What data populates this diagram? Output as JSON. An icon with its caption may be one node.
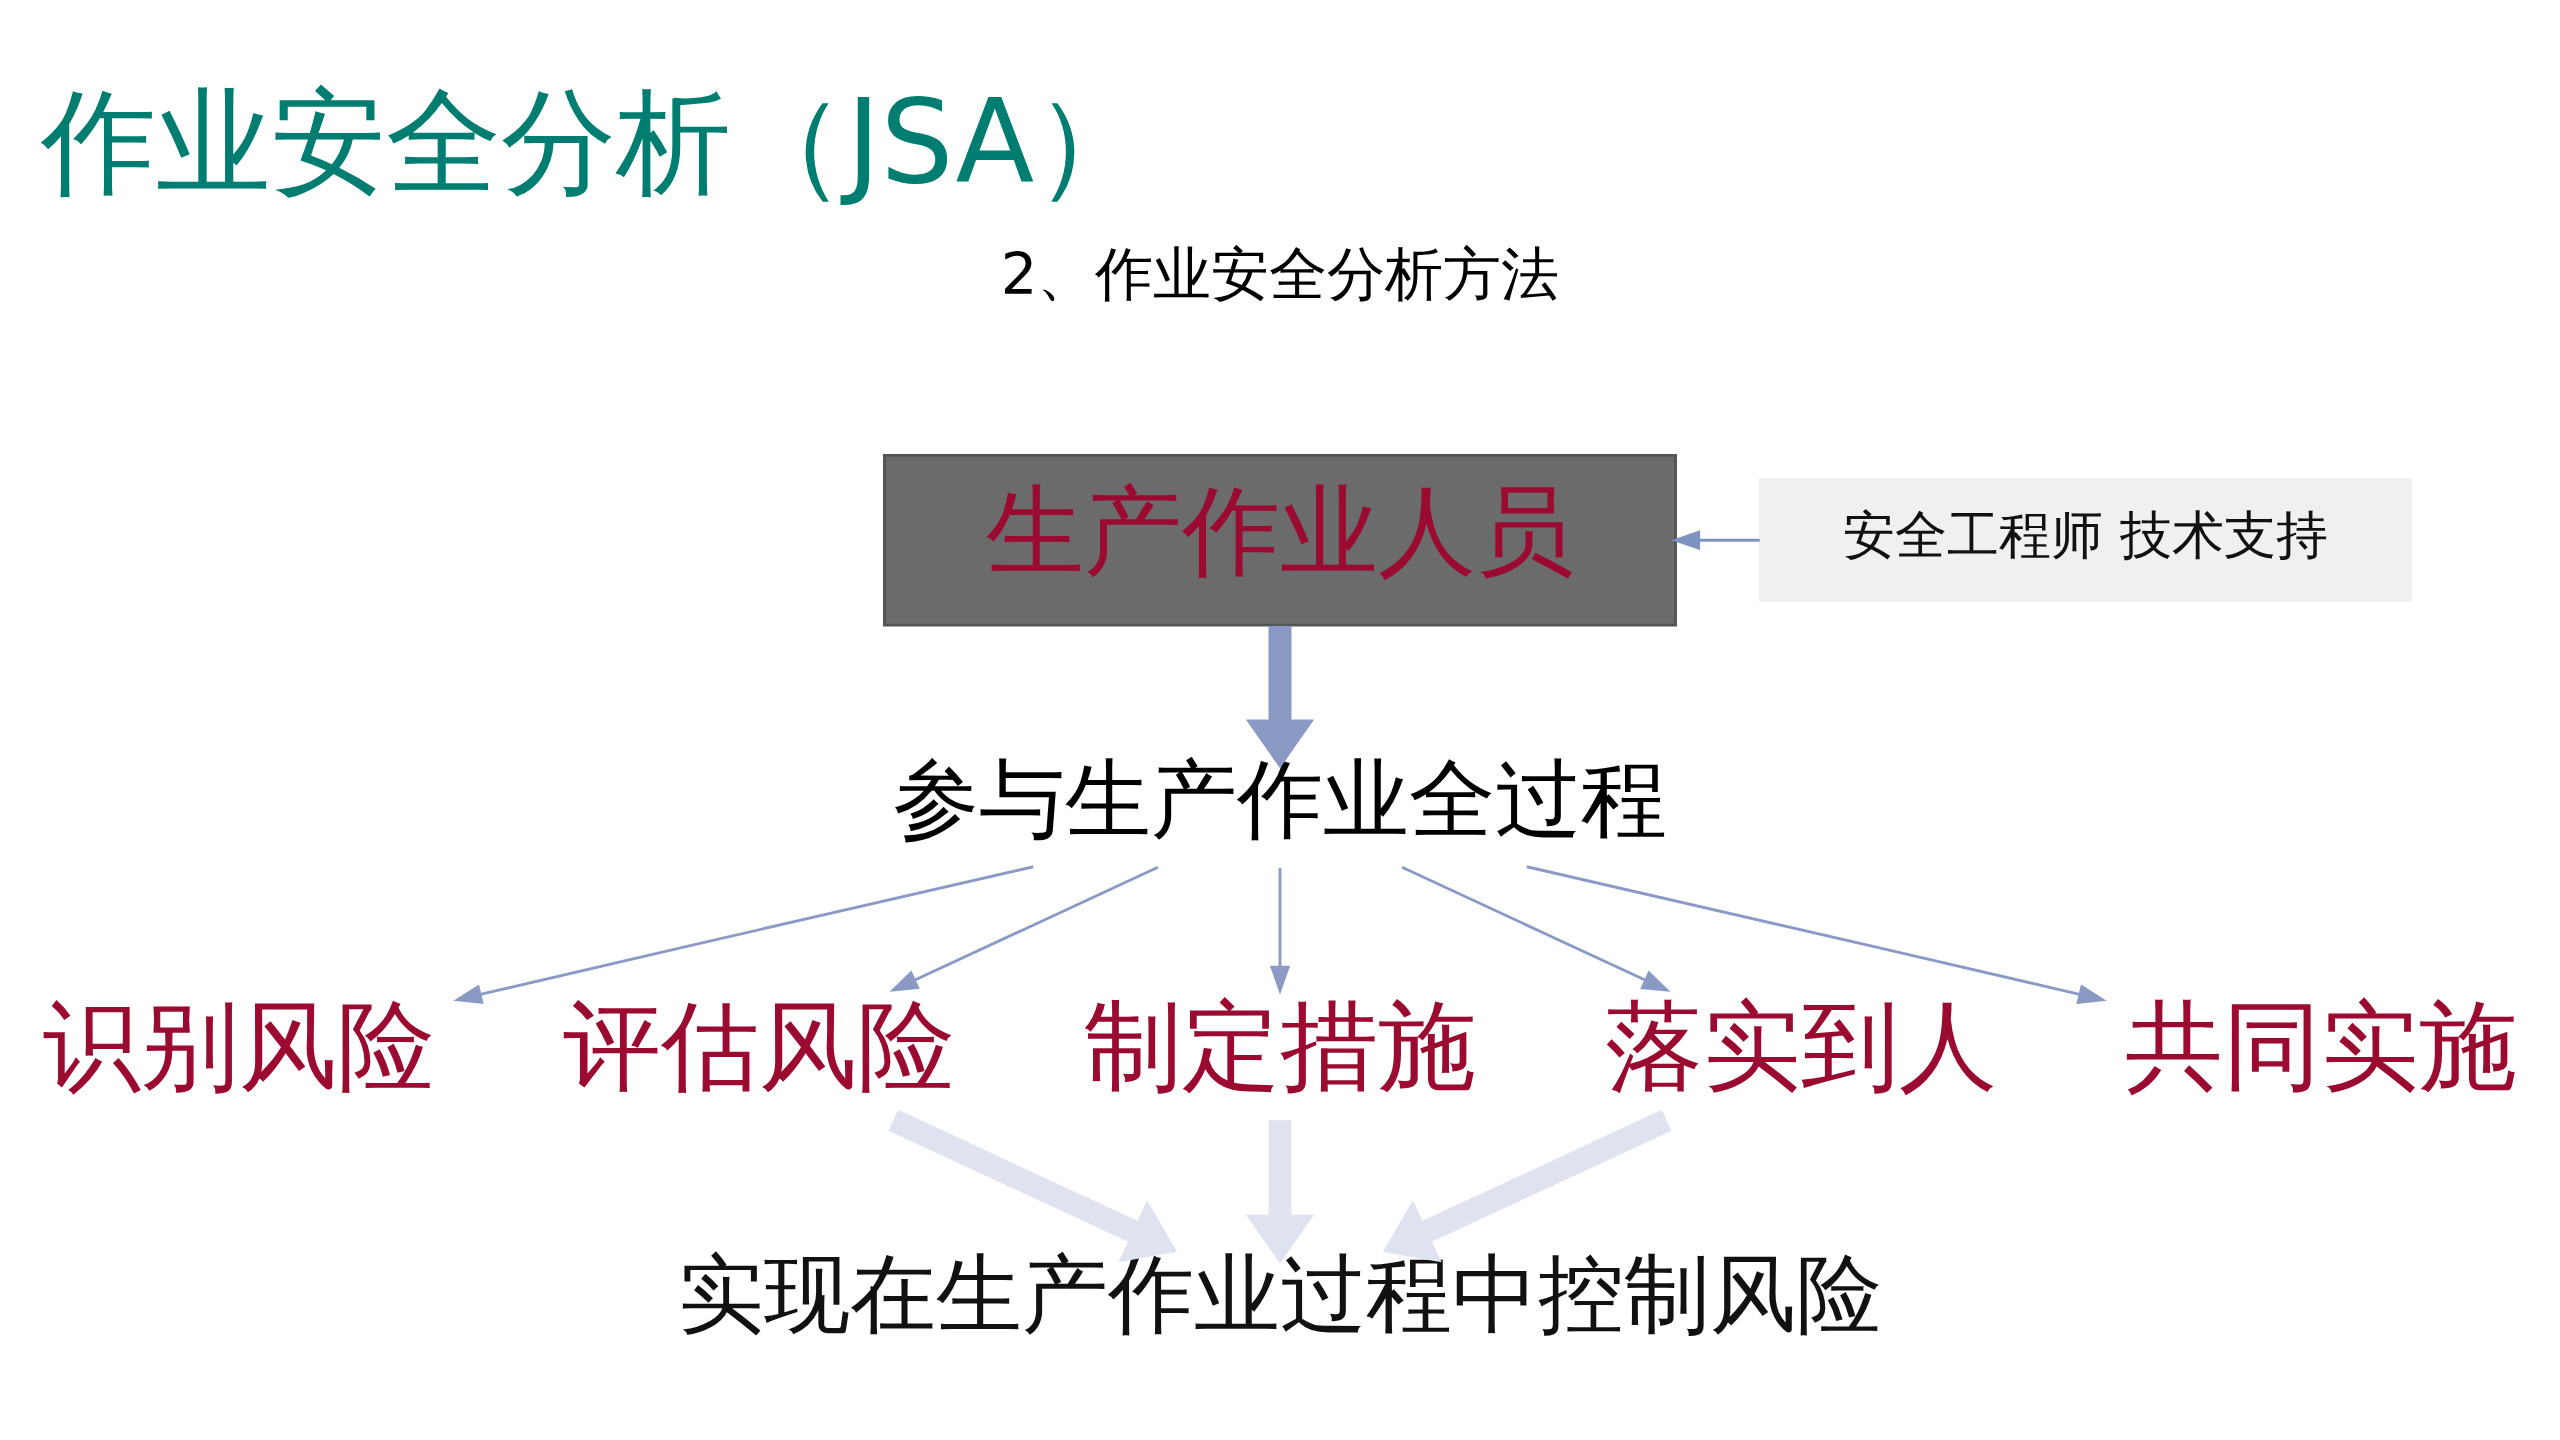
{
  "diagram": {
    "title": "作业安全分析（JSA）",
    "nodes": [
      {
        "text": [
          "生产作业人员"
        ]
      },
      {
        "text": [
          "安全工程师 技术支持"
        ]
      },
      {
        "text": [
          "参与生产作业全过程"
        ]
      },
      {
        "text": [
          "识别风险"
        ]
      },
      {
        "text": [
          "评估风险"
        ]
      },
      {
        "text": [
          "制定措施"
        ]
      },
      {
        "text": [
          "落实到人"
        ]
      },
      {
        "text": [
          "共同实施"
        ]
      },
      {
        "text": [
          "实现在生产作业过程中控制风险"
        ]
      }
    ],
    "edges": [
      {
        "from": 1,
        "to": 0,
        "arrow": "to",
        "color": "#7f93c0"
      },
      {
        "from": 0,
        "to": 2,
        "arrow": "to",
        "style": "thick"
      },
      {
        "from": 2,
        "to": 3,
        "arrow": "to"
      },
      {
        "from": 2,
        "to": 4,
        "arrow": "to"
      },
      {
        "from": 2,
        "to": 5,
        "arrow": "to"
      },
      {
        "from": 2,
        "to": 6,
        "arrow": "to"
      },
      {
        "from": 2,
        "to": 7,
        "arrow": "to"
      },
      {
        "from": 4,
        "to": 8,
        "arrow": "to",
        "style": "thick",
        "color": "#dfe3ef"
      },
      {
        "from": 5,
        "to": 8,
        "arrow": "to",
        "style": "thick",
        "color": "#dfe3ef"
      },
      {
        "from": 6,
        "to": 8,
        "arrow": "to",
        "style": "thick",
        "color": "#dfe3ef"
      }
    ],
    "labels": [
      "2、作业安全分析方法"
    ]
  }
}
